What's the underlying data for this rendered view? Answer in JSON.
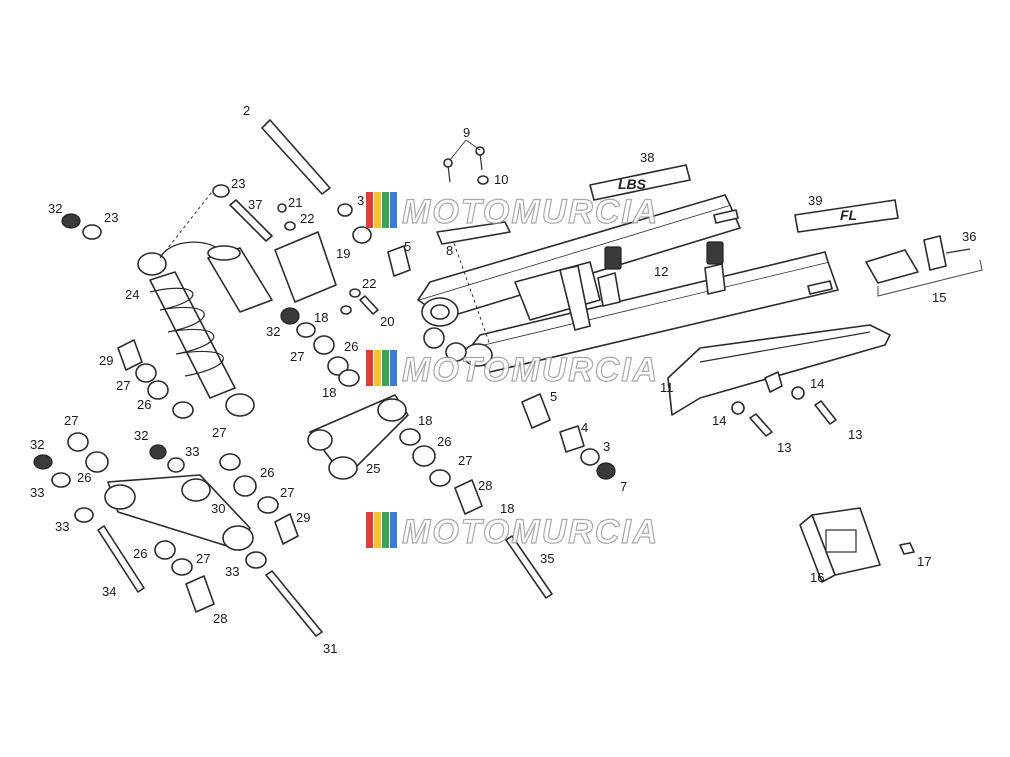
{
  "watermark": {
    "text": "MOTOMURCIA",
    "stripe_colors": [
      "#e23b3b",
      "#f2c12e",
      "#3aa655",
      "#3a7bd5"
    ]
  },
  "decals": {
    "d38": "LBS",
    "d39": "FL"
  },
  "callouts": [
    "2",
    "9",
    "10",
    "38",
    "39",
    "36",
    "23",
    "37",
    "21",
    "22",
    "32",
    "23",
    "3",
    "4",
    "5",
    "8",
    "19",
    "12",
    "15",
    "24",
    "22",
    "20",
    "32",
    "18",
    "26",
    "27",
    "18",
    "29",
    "27",
    "26",
    "27",
    "32",
    "33",
    "32",
    "33",
    "26",
    "30",
    "27",
    "26",
    "27",
    "29",
    "33",
    "26",
    "27",
    "33",
    "34",
    "28",
    "31",
    "25",
    "18",
    "26",
    "27",
    "28",
    "18",
    "35",
    "5",
    "4",
    "3",
    "7",
    "11",
    "14",
    "14",
    "13",
    "13",
    "16",
    "17"
  ]
}
